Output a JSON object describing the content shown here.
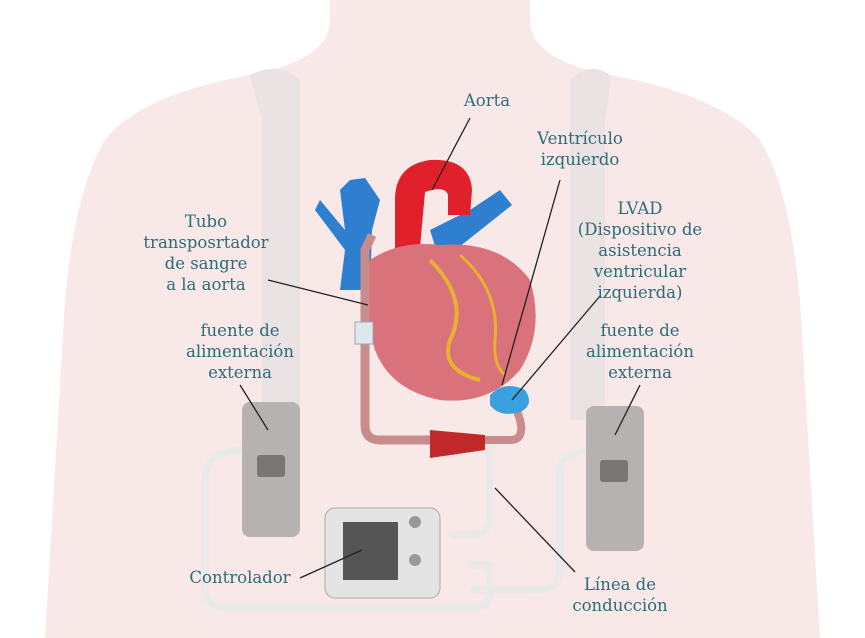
{
  "labels": {
    "aorta": [
      "Aorta"
    ],
    "ventricle": [
      "Ventrículo",
      "izquierdo"
    ],
    "lvad": [
      "LVAD",
      "(Dispositivo de",
      "asistencia",
      "ventricular",
      "izquierda)"
    ],
    "tube": [
      "Tubo",
      "transposrtador",
      "de sangre",
      "a la aorta"
    ],
    "power_left": [
      "fuente de",
      "alimentación",
      "externa"
    ],
    "power_right": [
      "fuente de",
      "alimentación",
      "externa"
    ],
    "controller": [
      "Controlador"
    ],
    "driveline": [
      "Línea de",
      "conducción"
    ]
  },
  "colors": {
    "label_text": "#2c6b7a",
    "body": "#f8e8e8",
    "strap": "#e8e0e0",
    "aorta": "#e0202a",
    "veins": "#2f7fd0",
    "heart": "#d9727a",
    "lvad": "#3aa0e0"
  }
}
